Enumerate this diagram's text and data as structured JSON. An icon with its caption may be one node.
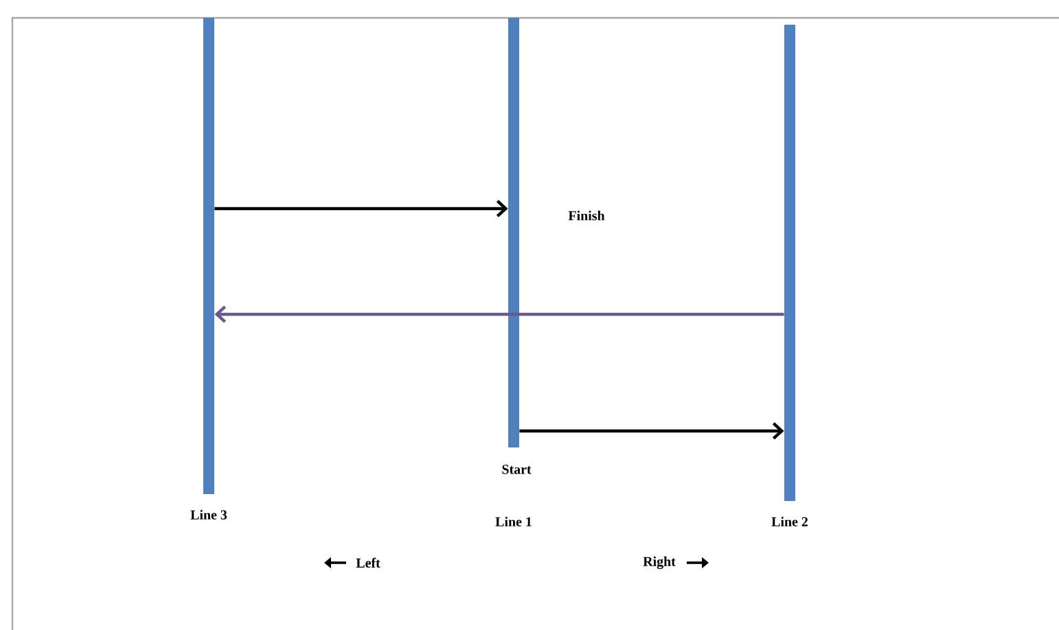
{
  "diagram": {
    "nodes": [
      {
        "text": [],
        "shape": "bar",
        "beside": [
          "Line 3"
        ]
      },
      {
        "text": [],
        "shape": "bar"
      },
      {
        "text": [],
        "shape": "bar",
        "beside": [
          "Line 2"
        ]
      }
    ],
    "edges": [
      {
        "from": 0,
        "to": 1,
        "arrow": "to"
      },
      {
        "from": 2,
        "to": 0,
        "arrow": "to",
        "color": "#6a5a8c"
      },
      {
        "from": 1,
        "to": 2,
        "arrow": "to"
      }
    ],
    "labels": [
      "Finish",
      "Start",
      "Line 1",
      "Left",
      "Right"
    ]
  }
}
